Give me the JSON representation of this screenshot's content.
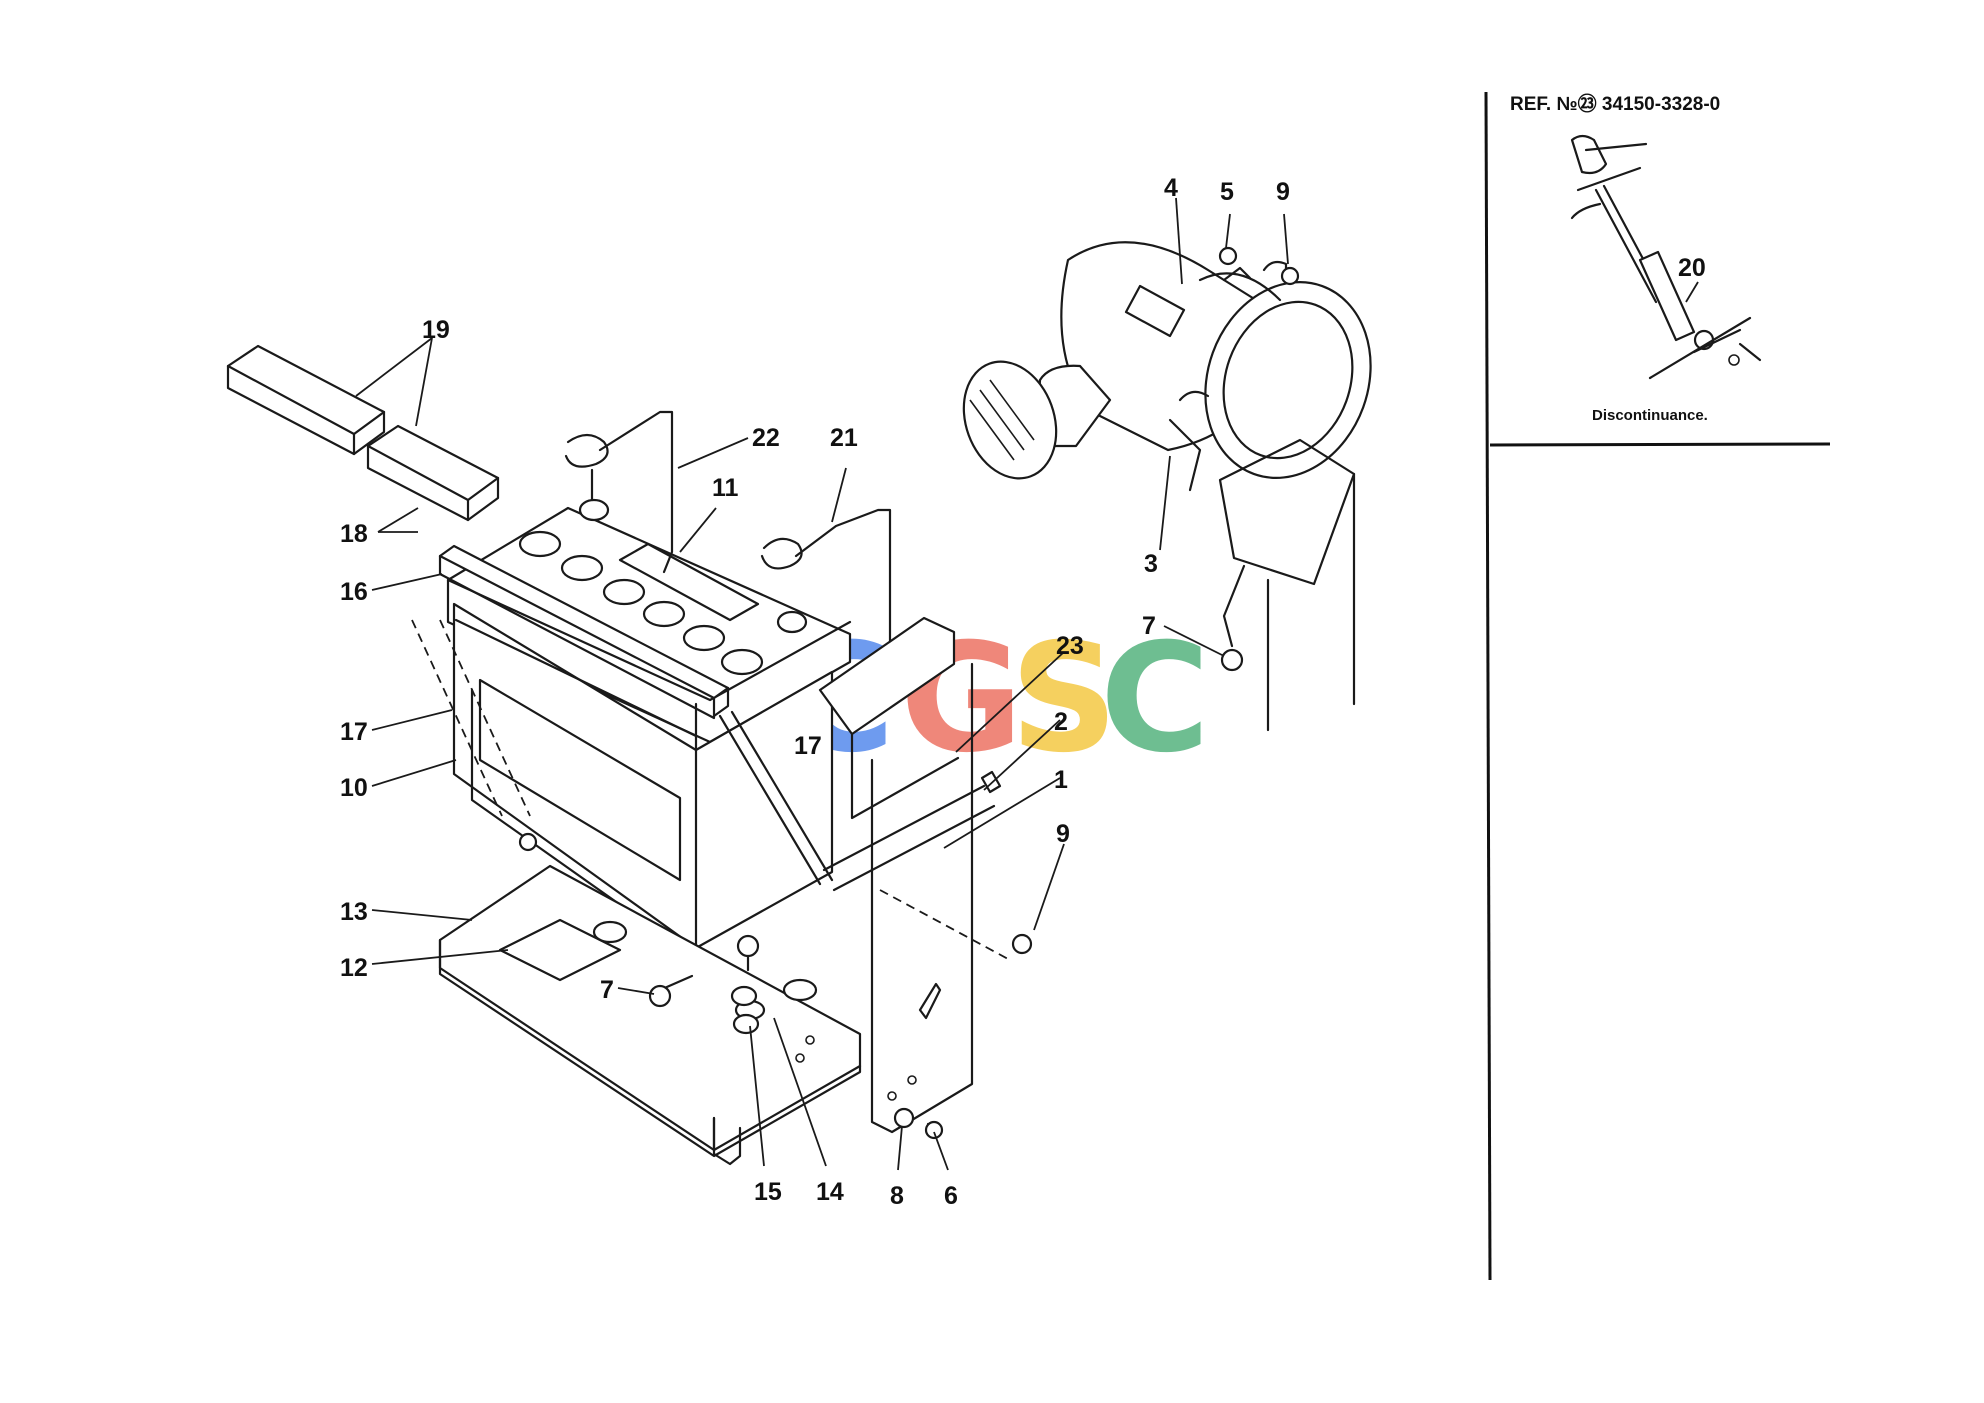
{
  "ref": {
    "text": "REF. №㉓ 34150-3328-0",
    "note": "Discontinuance."
  },
  "watermark": {
    "letters": [
      "C",
      "G",
      "S",
      "C"
    ],
    "colors": [
      "#4f86ec",
      "#ec6d5e",
      "#f4c63c",
      "#4fb07a"
    ]
  },
  "labels": [
    {
      "id": "19",
      "text": "19"
    },
    {
      "id": "22",
      "text": "22"
    },
    {
      "id": "21",
      "text": "21"
    },
    {
      "id": "11",
      "text": "11"
    },
    {
      "id": "18",
      "text": "18"
    },
    {
      "id": "16",
      "text": "16"
    },
    {
      "id": "17a",
      "text": "17"
    },
    {
      "id": "17b",
      "text": "17"
    },
    {
      "id": "10",
      "text": "10"
    },
    {
      "id": "13",
      "text": "13"
    },
    {
      "id": "12",
      "text": "12"
    },
    {
      "id": "7a",
      "text": "7"
    },
    {
      "id": "15",
      "text": "15"
    },
    {
      "id": "14",
      "text": "14"
    },
    {
      "id": "8",
      "text": "8"
    },
    {
      "id": "6",
      "text": "6"
    },
    {
      "id": "23",
      "text": "23"
    },
    {
      "id": "2",
      "text": "2"
    },
    {
      "id": "1",
      "text": "1"
    },
    {
      "id": "9a",
      "text": "9"
    },
    {
      "id": "4",
      "text": "4"
    },
    {
      "id": "5",
      "text": "5"
    },
    {
      "id": "9b",
      "text": "9"
    },
    {
      "id": "3",
      "text": "3"
    },
    {
      "id": "7b",
      "text": "7"
    },
    {
      "id": "20",
      "text": "20"
    }
  ]
}
